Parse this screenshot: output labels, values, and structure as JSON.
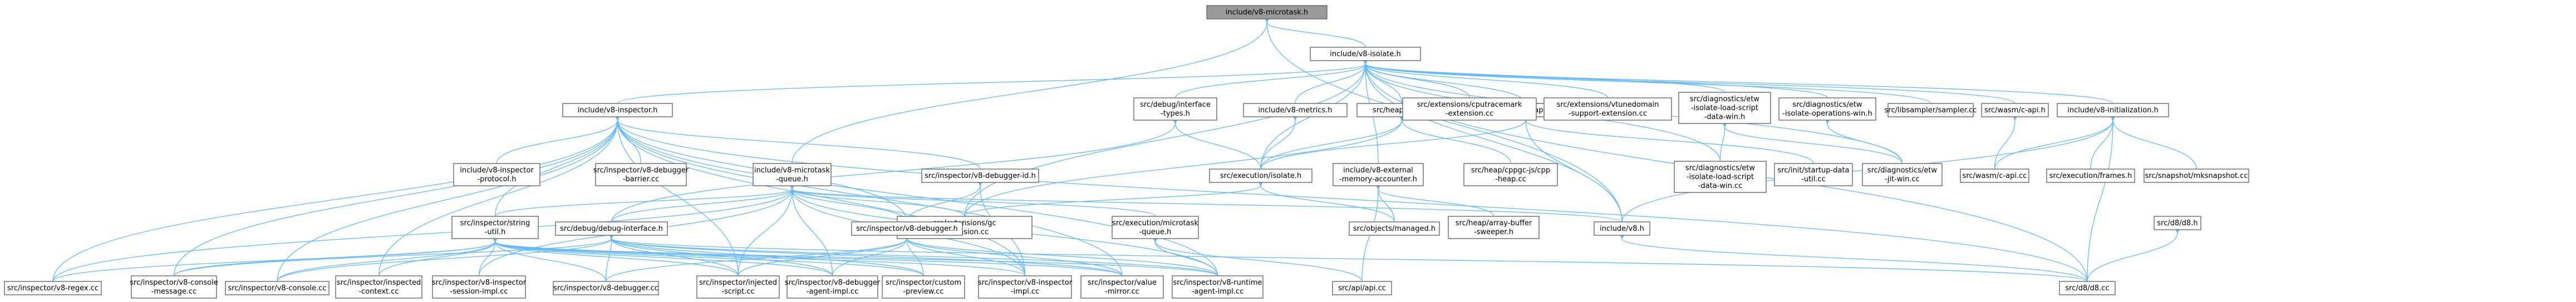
{
  "colors": {
    "edge": "#63b8ff",
    "node_border": "#666666",
    "red_border": "#ff0000",
    "root_fill": "#999999",
    "node_fill": "#ffffff"
  },
  "nodes": [
    {
      "id": "root",
      "lines": [
        "include/v8-microtask.h"
      ],
      "style": "root"
    },
    {
      "id": "isolate",
      "lines": [
        "include/v8-isolate.h"
      ],
      "style": "normal"
    },
    {
      "id": "inspector",
      "lines": [
        "include/v8-inspector.h"
      ],
      "style": "red"
    },
    {
      "id": "debuginterface_types",
      "lines": [
        "src/debug/interface",
        "-types.h"
      ],
      "style": "red"
    },
    {
      "id": "metrics",
      "lines": [
        "include/v8-metrics.h"
      ],
      "style": "red"
    },
    {
      "id": "heap",
      "lines": [
        "src/heap/heap.h"
      ],
      "style": "red"
    },
    {
      "id": "snapshot",
      "lines": [
        "include/v8-snapshot.h"
      ],
      "style": "red"
    },
    {
      "id": "gcext",
      "lines": [
        "src/extensions/gc",
        "-extension.cc"
      ],
      "style": "normal"
    },
    {
      "id": "cputracemark",
      "lines": [
        "src/extensions/cputracemark",
        "-extension.cc"
      ],
      "style": "normal"
    },
    {
      "id": "vtunedomain",
      "lines": [
        "src/extensions/vtunedomain",
        "-support-extension.cc"
      ],
      "style": "normal"
    },
    {
      "id": "etwload",
      "lines": [
        "src/diagnostics/etw",
        "-isolate-load-script",
        "-data-win.h"
      ],
      "style": "normal"
    },
    {
      "id": "etwops",
      "lines": [
        "src/diagnostics/etw",
        "-isolate-operations-win.h"
      ],
      "style": "red"
    },
    {
      "id": "sampler",
      "lines": [
        "src/libsampler/sampler.cc"
      ],
      "style": "normal"
    },
    {
      "id": "wasmcapi_h",
      "lines": [
        "src/wasm/c-api.h"
      ],
      "style": "normal"
    },
    {
      "id": "v8init",
      "lines": [
        "include/v8-initialization.h"
      ],
      "style": "normal"
    },
    {
      "id": "inspector_protocol",
      "lines": [
        "include/v8-inspector",
        "-protocol.h"
      ],
      "style": "normal"
    },
    {
      "id": "dbgbarrier",
      "lines": [
        "src/inspector/v8-debugger",
        "-barrier.cc"
      ],
      "style": "normal"
    },
    {
      "id": "microtaskqueue_h",
      "lines": [
        "include/v8-microtask",
        "-queue.h"
      ],
      "style": "normal"
    },
    {
      "id": "dbgid",
      "lines": [
        "src/inspector/v8-debugger-id.h"
      ],
      "style": "red"
    },
    {
      "id": "execisolate",
      "lines": [
        "src/execution/isolate.h"
      ],
      "style": "red"
    },
    {
      "id": "extmem",
      "lines": [
        "include/v8-external",
        "-memory-accounter.h"
      ],
      "style": "normal"
    },
    {
      "id": "cppgcheap",
      "lines": [
        "src/heap/cppgc-js/cpp",
        "-heap.cc"
      ],
      "style": "normal"
    },
    {
      "id": "etwloadcc",
      "lines": [
        "src/diagnostics/etw",
        "-isolate-load-script",
        "-data-win.cc"
      ],
      "style": "normal"
    },
    {
      "id": "startupdata",
      "lines": [
        "src/init/startup-data",
        "-util.cc"
      ],
      "style": "normal"
    },
    {
      "id": "etwjit",
      "lines": [
        "src/diagnostics/etw",
        "-jit-win.cc"
      ],
      "style": "normal"
    },
    {
      "id": "wasmcapi_cc",
      "lines": [
        "src/wasm/c-api.cc"
      ],
      "style": "normal"
    },
    {
      "id": "frames",
      "lines": [
        "src/execution/frames.h"
      ],
      "style": "red"
    },
    {
      "id": "mksnapshot",
      "lines": [
        "src/snapshot/mksnapshot.cc"
      ],
      "style": "normal"
    },
    {
      "id": "stringutil",
      "lines": [
        "src/inspector/string",
        "-util.h"
      ],
      "style": "red"
    },
    {
      "id": "debuginterface",
      "lines": [
        "src/debug/debug-interface.h"
      ],
      "style": "red"
    },
    {
      "id": "debugger_h",
      "lines": [
        "src/inspector/v8-debugger.h"
      ],
      "style": "red"
    },
    {
      "id": "execmicrotask",
      "lines": [
        "src/execution/microtask",
        "-queue.h"
      ],
      "style": "red"
    },
    {
      "id": "arraybuffer",
      "lines": [
        "src/heap/array-buffer",
        "-sweeper.h"
      ],
      "style": "red"
    },
    {
      "id": "managed",
      "lines": [
        "src/objects/managed.h"
      ],
      "style": "red"
    },
    {
      "id": "v8h",
      "lines": [
        "include/v8.h"
      ],
      "style": "normal"
    },
    {
      "id": "d8h",
      "lines": [
        "src/d8/d8.h"
      ],
      "style": "red"
    },
    {
      "id": "regex",
      "lines": [
        "src/inspector/v8-regex.cc"
      ],
      "style": "normal"
    },
    {
      "id": "consolemsg",
      "lines": [
        "src/inspector/v8-console",
        "-message.cc"
      ],
      "style": "normal"
    },
    {
      "id": "console",
      "lines": [
        "src/inspector/v8-console.cc"
      ],
      "style": "normal"
    },
    {
      "id": "injectedctx",
      "lines": [
        "src/inspector/inspected",
        "-context.cc"
      ],
      "style": "normal"
    },
    {
      "id": "sessionimpl",
      "lines": [
        "src/inspector/v8-inspector",
        "-session-impl.cc"
      ],
      "style": "normal"
    },
    {
      "id": "debugger_cc",
      "lines": [
        "src/inspector/v8-debugger.cc"
      ],
      "style": "normal"
    },
    {
      "id": "injectedscript",
      "lines": [
        "src/inspector/injected",
        "-script.cc"
      ],
      "style": "normal"
    },
    {
      "id": "dbgagent",
      "lines": [
        "src/inspector/v8-debugger",
        "-agent-impl.cc"
      ],
      "style": "normal"
    },
    {
      "id": "custompreview",
      "lines": [
        "src/inspector/custom",
        "-preview.cc"
      ],
      "style": "normal"
    },
    {
      "id": "inspectorimpl",
      "lines": [
        "src/inspector/v8-inspector",
        "-impl.cc"
      ],
      "style": "normal"
    },
    {
      "id": "valuemirror",
      "lines": [
        "src/inspector/value",
        "-mirror.cc"
      ],
      "style": "normal"
    },
    {
      "id": "runtimeagent",
      "lines": [
        "src/inspector/v8-runtime",
        "-agent-impl.cc"
      ],
      "style": "normal"
    },
    {
      "id": "apicc",
      "lines": [
        "src/api/api.cc"
      ],
      "style": "normal"
    },
    {
      "id": "d8cc",
      "lines": [
        "src/d8/d8.cc"
      ],
      "style": "normal"
    }
  ],
  "edges": [
    [
      "root",
      "isolate"
    ],
    [
      "root",
      "microtaskqueue_h"
    ],
    [
      "root",
      "v8h"
    ],
    [
      "isolate",
      "inspector"
    ],
    [
      "isolate",
      "debuginterface_types"
    ],
    [
      "isolate",
      "metrics"
    ],
    [
      "isolate",
      "heap"
    ],
    [
      "isolate",
      "snapshot"
    ],
    [
      "isolate",
      "gcext"
    ],
    [
      "isolate",
      "cputracemark"
    ],
    [
      "isolate",
      "vtunedomain"
    ],
    [
      "isolate",
      "etwload"
    ],
    [
      "isolate",
      "etwops"
    ],
    [
      "isolate",
      "sampler"
    ],
    [
      "isolate",
      "wasmcapi_h"
    ],
    [
      "isolate",
      "v8init"
    ],
    [
      "isolate",
      "execisolate"
    ],
    [
      "isolate",
      "extmem"
    ],
    [
      "isolate",
      "v8h"
    ],
    [
      "isolate",
      "d8cc"
    ],
    [
      "isolate",
      "etwloadcc"
    ],
    [
      "isolate",
      "etwjit"
    ],
    [
      "inspector",
      "inspector_protocol"
    ],
    [
      "inspector",
      "dbgbarrier"
    ],
    [
      "inspector",
      "dbgid"
    ],
    [
      "inspector",
      "stringutil"
    ],
    [
      "inspector",
      "debugger_h"
    ],
    [
      "inspector",
      "regex"
    ],
    [
      "inspector",
      "consolemsg"
    ],
    [
      "inspector",
      "console"
    ],
    [
      "inspector",
      "injectedctx"
    ],
    [
      "inspector",
      "injectedscript"
    ],
    [
      "inspector",
      "inspectorimpl"
    ],
    [
      "inspector",
      "runtimeagent"
    ],
    [
      "inspector",
      "d8cc"
    ],
    [
      "inspector",
      "valuemirror"
    ],
    [
      "debuginterface_types",
      "execisolate"
    ],
    [
      "debuginterface_types",
      "debuginterface"
    ],
    [
      "metrics",
      "execisolate"
    ],
    [
      "heap",
      "execisolate"
    ],
    [
      "heap",
      "cppgcheap"
    ],
    [
      "heap",
      "gcext"
    ],
    [
      "snapshot",
      "execisolate"
    ],
    [
      "snapshot",
      "v8h"
    ],
    [
      "snapshot",
      "startupdata"
    ],
    [
      "etwload",
      "etwloadcc"
    ],
    [
      "etwload",
      "etwjit"
    ],
    [
      "etwops",
      "etwjit"
    ],
    [
      "wasmcapi_h",
      "wasmcapi_cc"
    ],
    [
      "v8init",
      "frames"
    ],
    [
      "v8init",
      "mksnapshot"
    ],
    [
      "v8init",
      "v8h"
    ],
    [
      "v8init",
      "wasmcapi_cc"
    ],
    [
      "v8init",
      "d8cc"
    ],
    [
      "microtaskqueue_h",
      "stringutil"
    ],
    [
      "microtaskqueue_h",
      "debuginterface"
    ],
    [
      "microtaskqueue_h",
      "debugger_h"
    ],
    [
      "microtaskqueue_h",
      "execmicrotask"
    ],
    [
      "microtaskqueue_h",
      "gcext"
    ],
    [
      "microtaskqueue_h",
      "v8h"
    ],
    [
      "microtaskqueue_h",
      "regex"
    ],
    [
      "microtaskqueue_h",
      "sessionimpl"
    ],
    [
      "microtaskqueue_h",
      "injectedscript"
    ],
    [
      "microtaskqueue_h",
      "dbgagent"
    ],
    [
      "microtaskqueue_h",
      "inspectorimpl"
    ],
    [
      "microtaskqueue_h",
      "runtimeagent"
    ],
    [
      "dbgid",
      "debugger_h"
    ],
    [
      "dbgid",
      "inspectorimpl"
    ],
    [
      "execisolate",
      "managed"
    ],
    [
      "execisolate",
      "gcext"
    ],
    [
      "extmem",
      "arraybuffer"
    ],
    [
      "extmem",
      "managed"
    ],
    [
      "extmem",
      "apicc"
    ],
    [
      "stringutil",
      "regex"
    ],
    [
      "stringutil",
      "consolemsg"
    ],
    [
      "stringutil",
      "console"
    ],
    [
      "stringutil",
      "injectedctx"
    ],
    [
      "stringutil",
      "sessionimpl"
    ],
    [
      "stringutil",
      "debugger_cc"
    ],
    [
      "stringutil",
      "injectedscript"
    ],
    [
      "stringutil",
      "dbgagent"
    ],
    [
      "stringutil",
      "custompreview"
    ],
    [
      "stringutil",
      "inspectorimpl"
    ],
    [
      "stringutil",
      "valuemirror"
    ],
    [
      "stringutil",
      "runtimeagent"
    ],
    [
      "debuginterface",
      "consolemsg"
    ],
    [
      "debuginterface",
      "console"
    ],
    [
      "debuginterface",
      "debugger_cc"
    ],
    [
      "debuginterface",
      "injectedscript"
    ],
    [
      "debuginterface",
      "dbgagent"
    ],
    [
      "debuginterface",
      "custompreview"
    ],
    [
      "debuginterface",
      "valuemirror"
    ],
    [
      "debuginterface",
      "runtimeagent"
    ],
    [
      "debuginterface",
      "d8cc"
    ],
    [
      "debugger_h",
      "debugger_cc"
    ],
    [
      "debugger_h",
      "injectedscript"
    ],
    [
      "debugger_h",
      "dbgagent"
    ],
    [
      "debugger_h",
      "custompreview"
    ],
    [
      "debugger_h",
      "inspectorimpl"
    ],
    [
      "debugger_h",
      "valuemirror"
    ],
    [
      "debugger_h",
      "runtimeagent"
    ],
    [
      "execmicrotask",
      "apicc"
    ],
    [
      "execmicrotask",
      "runtimeagent"
    ],
    [
      "v8h",
      "d8cc"
    ],
    [
      "d8h",
      "d8cc"
    ]
  ]
}
